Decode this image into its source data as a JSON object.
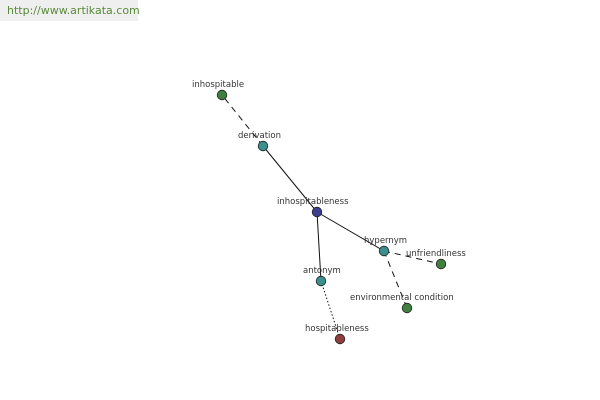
{
  "header": {
    "url": "http://www.artikata.com"
  },
  "graph": {
    "nodes": [
      {
        "id": "inhospitableness",
        "label": "inhospitableness",
        "color": "#3d3d8f",
        "role": "root"
      },
      {
        "id": "derivation",
        "label": "derivation",
        "color": "#3b8f8c",
        "role": "relation"
      },
      {
        "id": "inhospitable",
        "label": "inhospitable",
        "color": "#3f7f3f",
        "role": "word"
      },
      {
        "id": "hypernym",
        "label": "hypernym",
        "color": "#3b8f8c",
        "role": "relation"
      },
      {
        "id": "unfriendliness",
        "label": "unfriendliness",
        "color": "#3f7f3f",
        "role": "word"
      },
      {
        "id": "environmental_condition",
        "label": "environmental condition",
        "color": "#3f7f3f",
        "role": "word"
      },
      {
        "id": "antonym",
        "label": "antonym",
        "color": "#3b8f8c",
        "role": "relation"
      },
      {
        "id": "hospitableness",
        "label": "hospitableness",
        "color": "#8f3d3d",
        "role": "word"
      }
    ],
    "edges": [
      {
        "from": "inhospitableness",
        "to": "derivation",
        "style": "solid"
      },
      {
        "from": "derivation",
        "to": "inhospitable",
        "style": "dashed"
      },
      {
        "from": "inhospitableness",
        "to": "hypernym",
        "style": "solid"
      },
      {
        "from": "hypernym",
        "to": "unfriendliness",
        "style": "dashed"
      },
      {
        "from": "hypernym",
        "to": "environmental_condition",
        "style": "dashed"
      },
      {
        "from": "inhospitableness",
        "to": "antonym",
        "style": "solid"
      },
      {
        "from": "antonym",
        "to": "hospitableness",
        "style": "dotted"
      }
    ]
  }
}
